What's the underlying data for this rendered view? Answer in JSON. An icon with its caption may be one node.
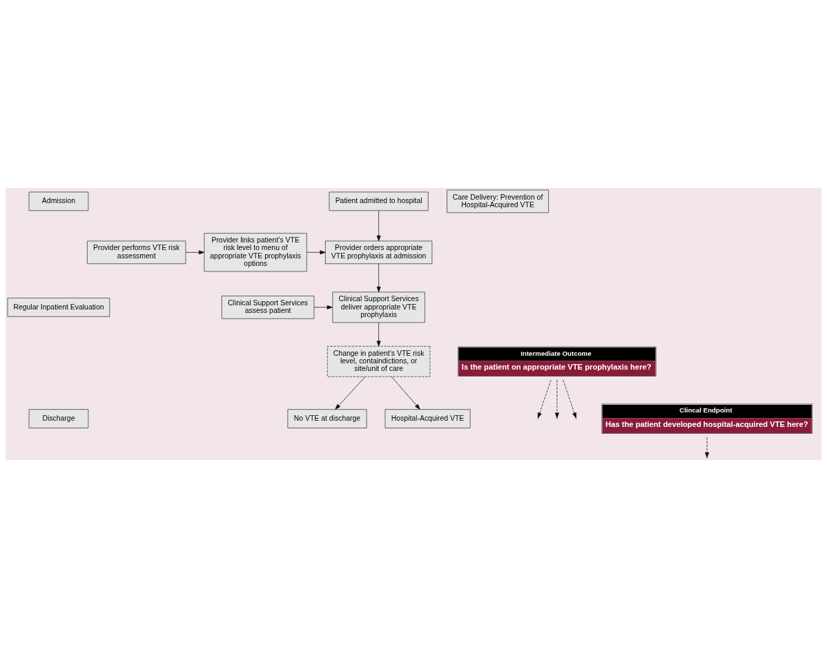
{
  "diagram": {
    "nodes": [
      {
        "text": [
          "Admission"
        ]
      },
      {
        "text": [
          "Regular Inpatient Evaluation"
        ]
      },
      {
        "text": [
          "Discharge"
        ]
      },
      {
        "text": [
          "Patient admitted to hospital"
        ]
      },
      {
        "text": [
          "Provider orders appropriate VTE prophylaxis at admission"
        ]
      },
      {
        "text": [
          "Care Delivery: Prevention of Hospital-Acquired VTE"
        ]
      },
      {
        "text": [
          "Provider links patient’s VTE risk level to menu of appropriate VTE prophylaxis options"
        ]
      },
      {
        "text": [
          "Provider performs VTE risk assessment"
        ]
      },
      {
        "text": [
          "Clinical Support Services deliver appropriate VTE prophylaxis"
        ]
      },
      {
        "text": [
          "Clinical Support Services assess patient"
        ]
      },
      {
        "text": [
          "Change in patient’s VTE risk level, containdictions, or site/unit of care"
        ]
      },
      {
        "text": [
          "Intermediate Outcome",
          "Is the patient on appropriate VTE prophylaxis here?"
        ]
      },
      {
        "text": [
          "No VTE at discharge"
        ]
      },
      {
        "text": [
          "Hospital-Acquired VTE"
        ]
      },
      {
        "text": [
          "Clincal Endpoint",
          "Has the patient developed hospital-acquired VTE here?"
        ]
      }
    ],
    "edges": [
      {
        "from": 3,
        "to": 4,
        "arrow": "to"
      },
      {
        "from": 7,
        "to": 6,
        "arrow": "to"
      },
      {
        "from": 6,
        "to": 4,
        "arrow": "to"
      },
      {
        "from": 4,
        "to": 8,
        "arrow": "to"
      },
      {
        "from": 9,
        "to": 8,
        "arrow": "to"
      },
      {
        "from": 8,
        "to": 10,
        "arrow": "to"
      },
      {
        "from": 10,
        "to": 12,
        "arrow": "to"
      },
      {
        "from": 10,
        "to": 13,
        "arrow": "to"
      },
      {
        "from": 11,
        "to": null,
        "arrow": "to",
        "style": "dashed"
      },
      {
        "from": 11,
        "to": null,
        "arrow": "to",
        "style": "dashed"
      },
      {
        "from": 11,
        "to": null,
        "arrow": "to",
        "style": "dashed"
      },
      {
        "from": 14,
        "to": null,
        "arrow": "to",
        "style": "dashed"
      }
    ]
  }
}
